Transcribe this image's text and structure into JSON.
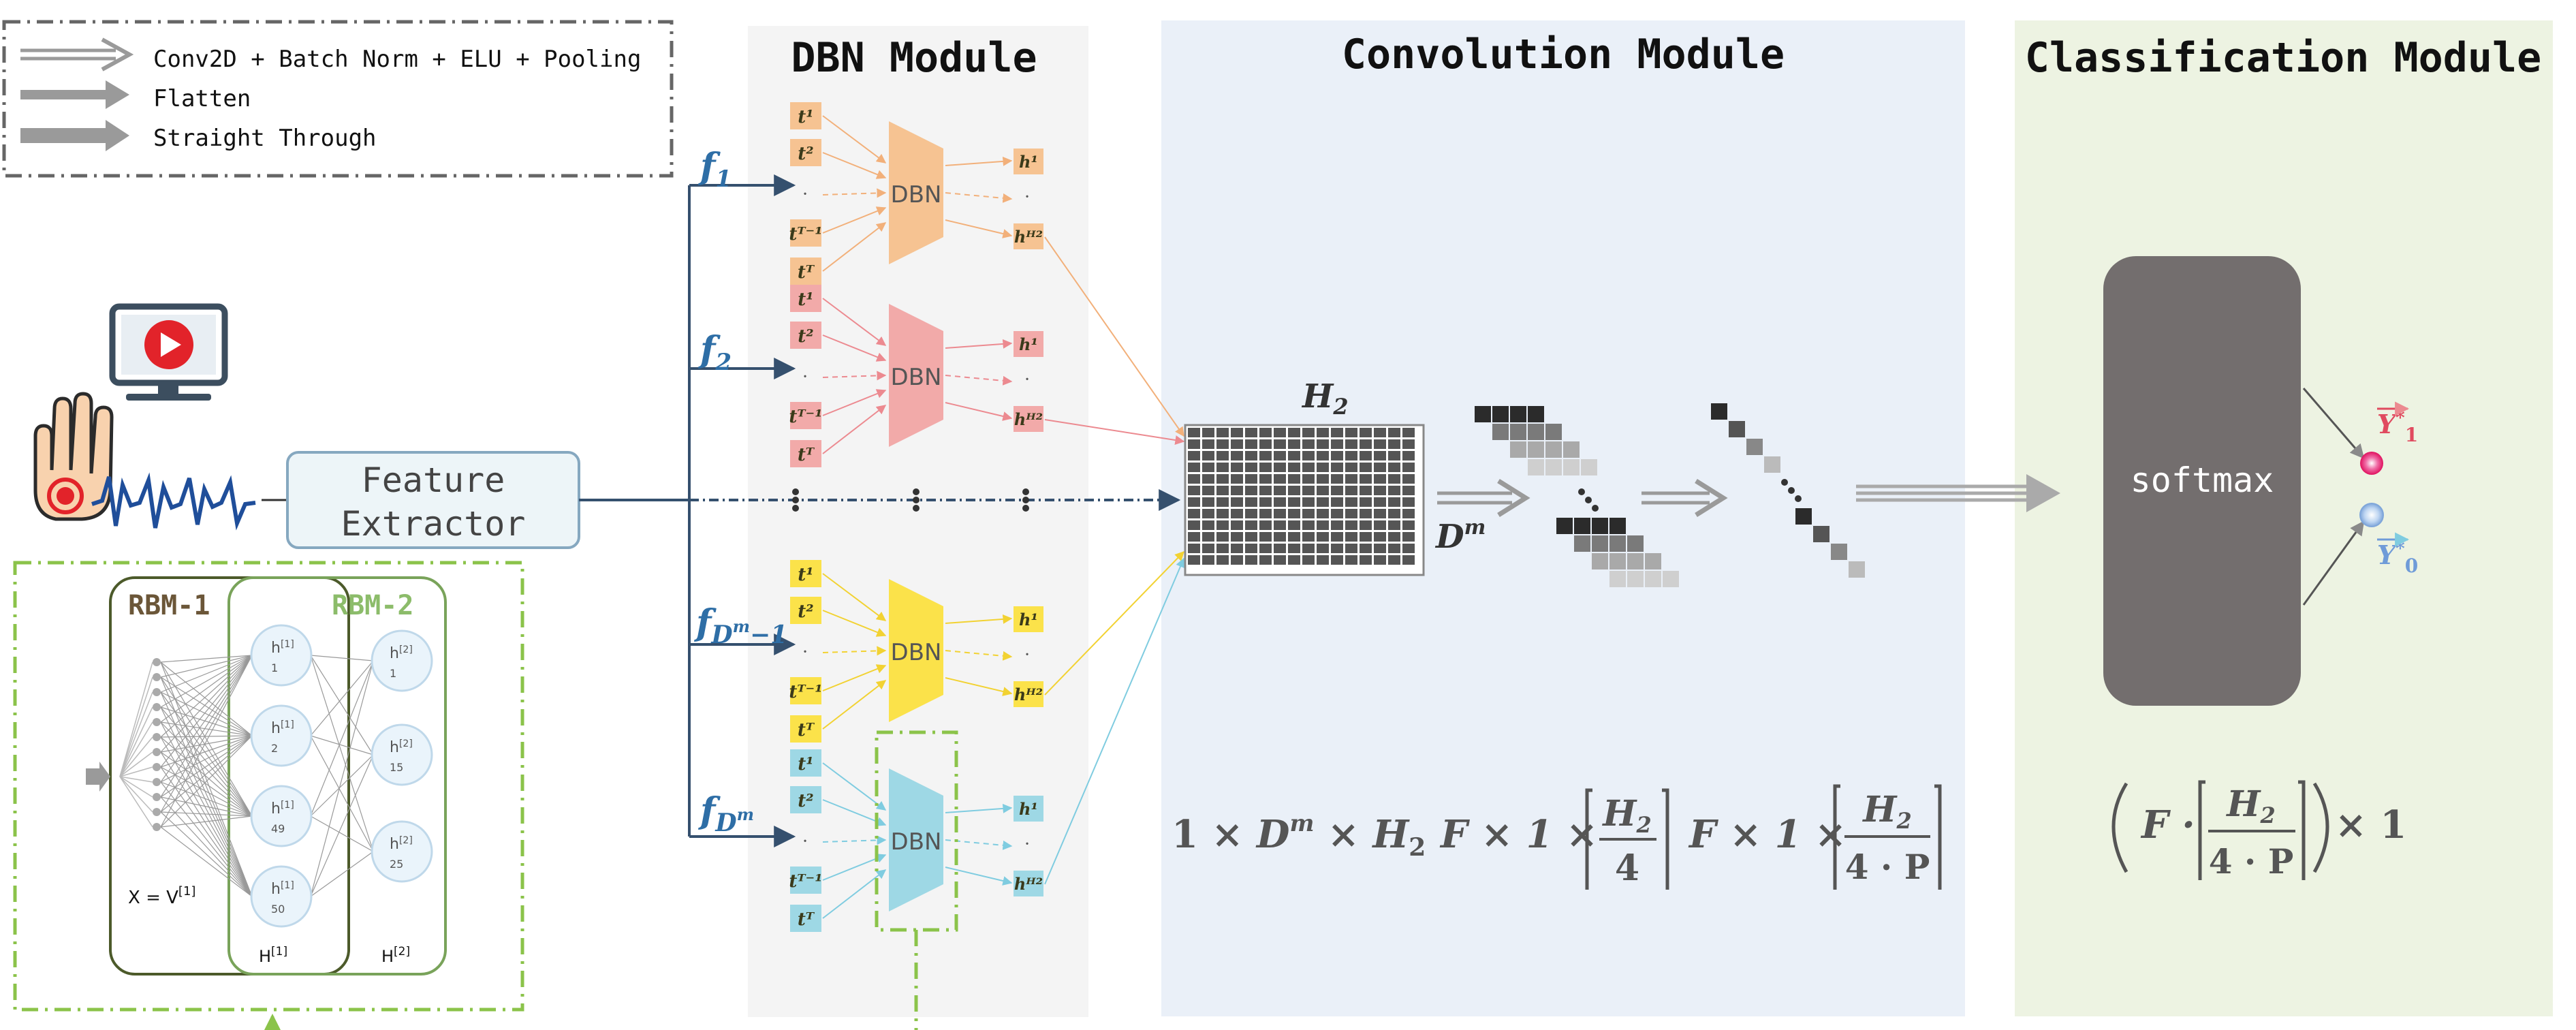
{
  "legend": {
    "items": [
      {
        "label": "Conv2D + Batch Norm + ELU + Pooling",
        "style": "double"
      },
      {
        "label": "Flatten",
        "style": "single"
      },
      {
        "label": "Straight Through",
        "style": "triple"
      }
    ]
  },
  "modules": {
    "dbn": "DBN Module",
    "convolution": "Convolution Module",
    "classification": "Classification Module"
  },
  "feature_extractor": {
    "line1": "Feature",
    "line2": "Extractor"
  },
  "inputs": {
    "f1": {
      "base": "f",
      "sub": "1"
    },
    "f2": {
      "base": "f",
      "sub": "2"
    },
    "fdm1": {
      "base": "f",
      "sub": "D",
      "subsup": "m",
      "tail": "−1"
    },
    "fdm": {
      "base": "f",
      "sub": "D",
      "subsup": "m"
    }
  },
  "dbn_rows": [
    {
      "color": "#F6C392",
      "t": [
        "t¹",
        "t²",
        "·",
        "tᵀ⁻¹",
        "tᵀ"
      ],
      "label": "DBN",
      "h": [
        "h¹",
        "·",
        "hᴴ²"
      ]
    },
    {
      "color": "#F2AAA9",
      "t": [
        "t¹",
        "t²",
        "·",
        "tᵀ⁻¹",
        "tᵀ"
      ],
      "label": "DBN",
      "h": [
        "h¹",
        "·",
        "hᴴ²"
      ]
    },
    {
      "color": "#FBE24A",
      "t": [
        "t¹",
        "t²",
        "·",
        "tᵀ⁻¹",
        "tᵀ"
      ],
      "label": "DBN",
      "h": [
        "h¹",
        "·",
        "hᴴ²"
      ]
    },
    {
      "color": "#9ED8E5",
      "t": [
        "t¹",
        "t²",
        "·",
        "tᵀ⁻¹",
        "tᵀ"
      ],
      "label": "DBN",
      "h": [
        "h¹",
        "·",
        "hᴴ²"
      ]
    }
  ],
  "rbm": {
    "rbm1": "RBM-1",
    "rbm2": "RBM-2",
    "x_label": "X = V",
    "x_sup": "[1]",
    "h1_label": "H",
    "h1_sup": "[1]",
    "h2_label": "H",
    "h2_sup": "[2]",
    "h1_nodes": [
      {
        "top": "h",
        "sup": "[1]",
        "idx": "1"
      },
      {
        "top": "h",
        "sup": "[1]",
        "idx": "2"
      },
      {
        "top": "h",
        "sup": "[1]",
        "idx": "49"
      },
      {
        "top": "h",
        "sup": "[1]",
        "idx": "50"
      }
    ],
    "h2_nodes": [
      {
        "top": "h",
        "sup": "[2]",
        "idx": "1"
      },
      {
        "top": "h",
        "sup": "[2]",
        "idx": "15"
      },
      {
        "top": "h",
        "sup": "[2]",
        "idx": "25"
      }
    ]
  },
  "conv": {
    "grid_label": "H",
    "grid_sub": "2",
    "dm_label": "D",
    "dm_sup": "m",
    "formula1": {
      "a": "1 × ",
      "b": "D",
      "bsup": "m",
      "c": " × ",
      "d": "H",
      "dsub": "2"
    },
    "formula2": {
      "pre": "F × 1 ×",
      "num": "H",
      "numsub": "2",
      "den": "4"
    },
    "formula3": {
      "pre": "F × 1 ×",
      "num": "H",
      "numsub": "2",
      "den": "4 · P"
    }
  },
  "classification": {
    "softmax": "softmax",
    "y1": {
      "base": "Y",
      "star": "*",
      "sub": "1"
    },
    "y0": {
      "base": "Y",
      "star": "*",
      "sub": "0"
    },
    "formula": {
      "pre": "F ·",
      "num": "H",
      "numsub": "2",
      "den": "4 · P",
      "post": "× 1"
    }
  },
  "colors": {
    "dbn_panel": "#F4F4F4",
    "conv_panel": "#EAF0F8",
    "class_panel": "#EDF3E2",
    "softmax": "#736E6E",
    "blue_label": "#2E6EA6",
    "green_dash": "#8BC34A",
    "y1": "#E0115F",
    "y0": "#6F9BD8"
  }
}
